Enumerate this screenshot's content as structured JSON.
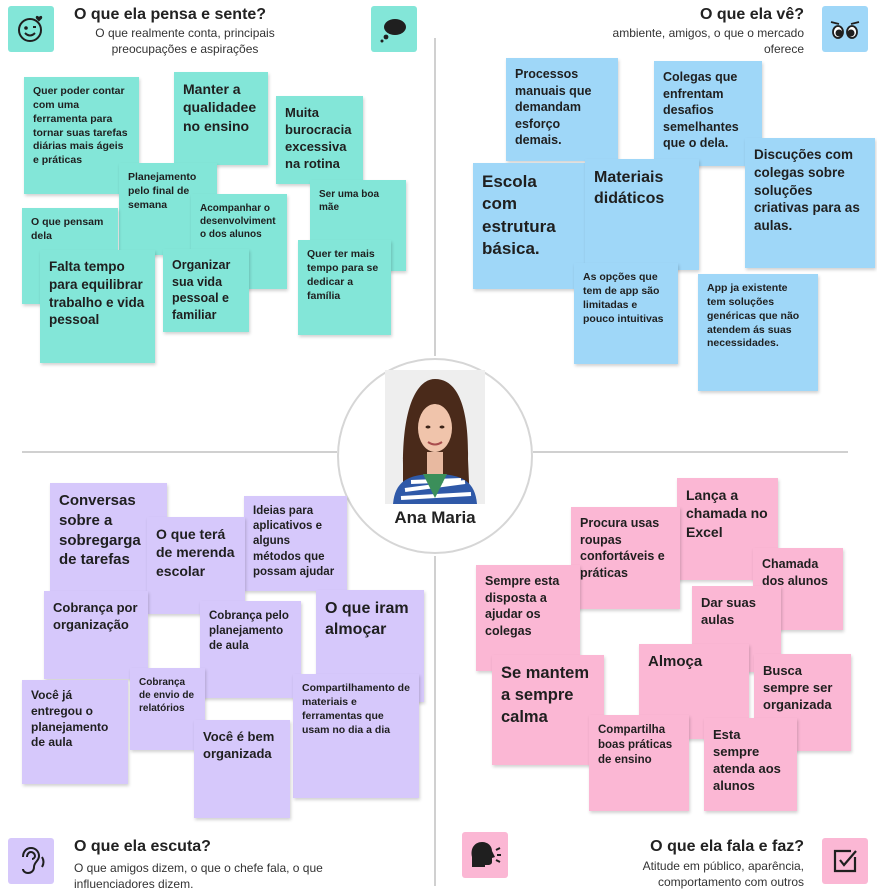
{
  "persona": {
    "name": "Ana Maria"
  },
  "colors": {
    "green": "#83e6d8",
    "blue": "#9fd7f8",
    "purple": "#d6c8fb",
    "pink": "#fbb7d4"
  },
  "quadrants": [
    {
      "id": "pensa-sente",
      "title": "O que ela pensa e sente?",
      "subtitle": "O que realmente conta, principais preocupações e aspirações",
      "icon": "smile-heart-icon"
    },
    {
      "id": "ve",
      "title": "O que ela vê?",
      "subtitle": "ambiente, amigos, o que o mercado oferece",
      "icon": "eyes-icon"
    },
    {
      "id": "escuta",
      "title": "O que ela escuta?",
      "subtitle": "O que amigos dizem, o que o chefe fala, o que influenciadores dizem.",
      "icon": "ear-icon"
    },
    {
      "id": "fala-faz",
      "title": "O que ela fala e faz?",
      "subtitle": "Atitude em público, aparência, comportamento com outros",
      "icon": "speaking-head-icon"
    }
  ],
  "extra_icons": [
    "thought-bubble-icon",
    "edit-check-icon"
  ],
  "notes": [
    {
      "text": "Quer poder contar com uma ferramenta para tornar suas tarefas diárias mais ágeis e práticas",
      "color": "green"
    },
    {
      "text": "Manter a qualidadee no ensino",
      "color": "green"
    },
    {
      "text": "Muita burocracia excessiva na rotina",
      "color": "green"
    },
    {
      "text": "Planejamento pelo final de semana",
      "color": "green"
    },
    {
      "text": "Ser uma boa mãe",
      "color": "green"
    },
    {
      "text": "Acompanhar o desenvolvimento dos alunos",
      "color": "green"
    },
    {
      "text": "O que pensam dela",
      "color": "green"
    },
    {
      "text": "Quer ter mais tempo para se dedicar a família",
      "color": "green"
    },
    {
      "text": "Organizar sua vida pessoal e familiar",
      "color": "green"
    },
    {
      "text": "Falta tempo para equilibrar trabalho e vida pessoal",
      "color": "green"
    },
    {
      "text": "Processos manuais que demandam esforço demais.",
      "color": "blue"
    },
    {
      "text": "Colegas que enfrentam desafios semelhantes que o dela.",
      "color": "blue"
    },
    {
      "text": "Escola com estrutura básica.",
      "color": "blue"
    },
    {
      "text": "Materiais didáticos",
      "color": "blue"
    },
    {
      "text": "Discuções com colegas sobre soluções criativas para as aulas.",
      "color": "blue"
    },
    {
      "text": "As opções que tem de app são limitadas e pouco intuitivas",
      "color": "blue"
    },
    {
      "text": "App ja existente tem soluções genéricas que não atendem ás suas necessidades.",
      "color": "blue"
    },
    {
      "text": "Conversas sobre a sobregarga de tarefas",
      "color": "purple"
    },
    {
      "text": "Ideias para aplicativos e alguns métodos que possam ajudar",
      "color": "purple"
    },
    {
      "text": "O que terá de merenda escolar",
      "color": "purple"
    },
    {
      "text": "Cobrança por organização",
      "color": "purple"
    },
    {
      "text": "O que iram almoçar",
      "color": "purple"
    },
    {
      "text": "Cobrança pelo planejamento de aula",
      "color": "purple"
    },
    {
      "text": "Compartilhamento de materiais e ferramentas que usam no dia a dia",
      "color": "purple"
    },
    {
      "text": "Você já entregou o planejamento de aula",
      "color": "purple"
    },
    {
      "text": "Cobrança de envio de relatórios",
      "color": "purple"
    },
    {
      "text": "Você é bem organizada",
      "color": "purple"
    },
    {
      "text": "Lança a chamada no Excel",
      "color": "pink"
    },
    {
      "text": "Procura usas roupas confortáveis e práticas",
      "color": "pink"
    },
    {
      "text": "Chamada dos alunos",
      "color": "pink"
    },
    {
      "text": "Sempre esta disposta a ajudar os colegas",
      "color": "pink"
    },
    {
      "text": "Dar suas aulas",
      "color": "pink"
    },
    {
      "text": "Almoça",
      "color": "pink"
    },
    {
      "text": "Busca sempre ser organizada",
      "color": "pink"
    },
    {
      "text": "Se mantem a sempre calma",
      "color": "pink"
    },
    {
      "text": "Compartilha boas práticas de ensino",
      "color": "pink"
    },
    {
      "text": "Esta sempre atenda aos alunos",
      "color": "pink"
    }
  ]
}
